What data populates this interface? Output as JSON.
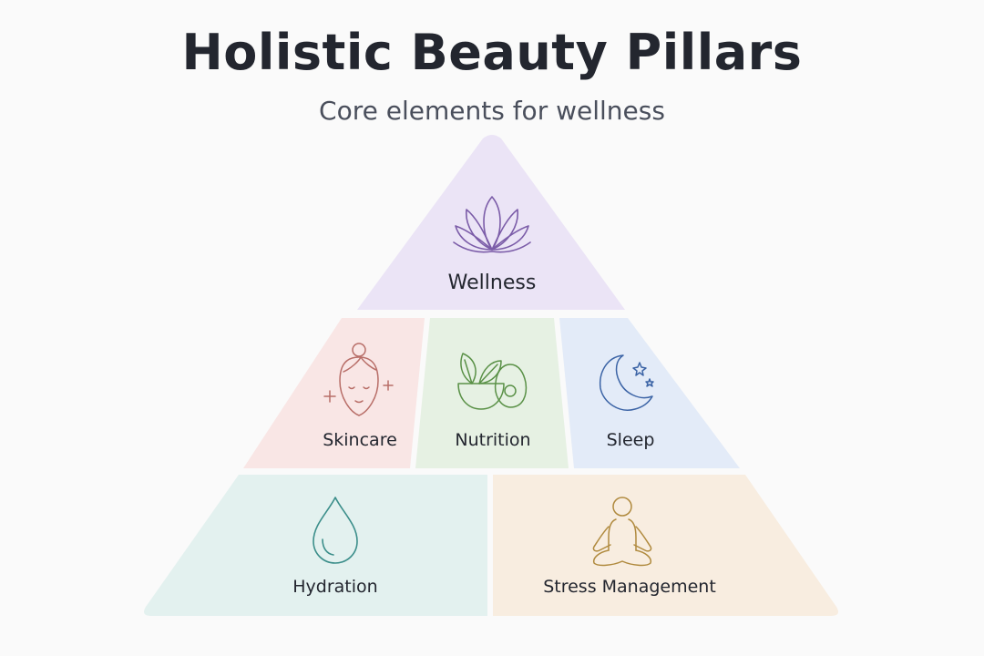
{
  "title": "Holistic Beauty Pillars",
  "subtitle": "Core elements for wellness",
  "tiers": {
    "top": {
      "label": "Wellness",
      "icon": "lotus-icon",
      "fill": "#ebe4f6",
      "stroke": "#7b5ca8"
    },
    "middle": [
      {
        "label": "Skincare",
        "icon": "face-sparkles-icon",
        "fill": "#f9e6e5",
        "stroke": "#b86e68"
      },
      {
        "label": "Nutrition",
        "icon": "avocado-leaves-icon",
        "fill": "#e6f1e3",
        "stroke": "#5a9147"
      },
      {
        "label": "Sleep",
        "icon": "moon-stars-icon",
        "fill": "#e3ebf8",
        "stroke": "#3c64a6"
      }
    ],
    "bottom": [
      {
        "label": "Hydration",
        "icon": "water-drop-icon",
        "fill": "#e3f1ef",
        "stroke": "#3b8e8a"
      },
      {
        "label": "Stress Management",
        "icon": "meditation-icon",
        "fill": "#f8ede0",
        "stroke": "#b08a3e"
      }
    ]
  }
}
